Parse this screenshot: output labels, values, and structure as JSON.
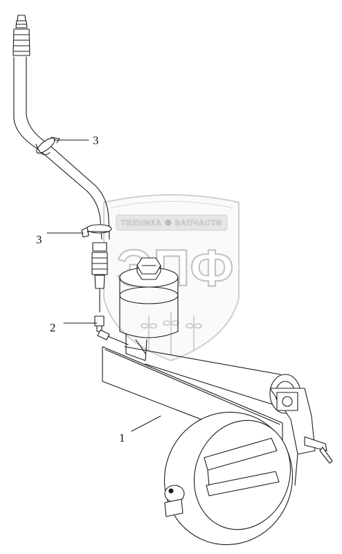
{
  "watermark": {
    "brand_text": "ТЕХНИКА ⚙ ЗАПЧАСТИ",
    "logo_text": "ЭПФ"
  },
  "callouts": [
    {
      "id": "callout-1",
      "label": "1"
    },
    {
      "id": "callout-2",
      "label": "2"
    },
    {
      "id": "callout-3-upper",
      "label": "3"
    },
    {
      "id": "callout-3-lower",
      "label": "3"
    }
  ],
  "colors": {
    "line": "#1a1a1a",
    "watermark": "#c8c8c8"
  }
}
